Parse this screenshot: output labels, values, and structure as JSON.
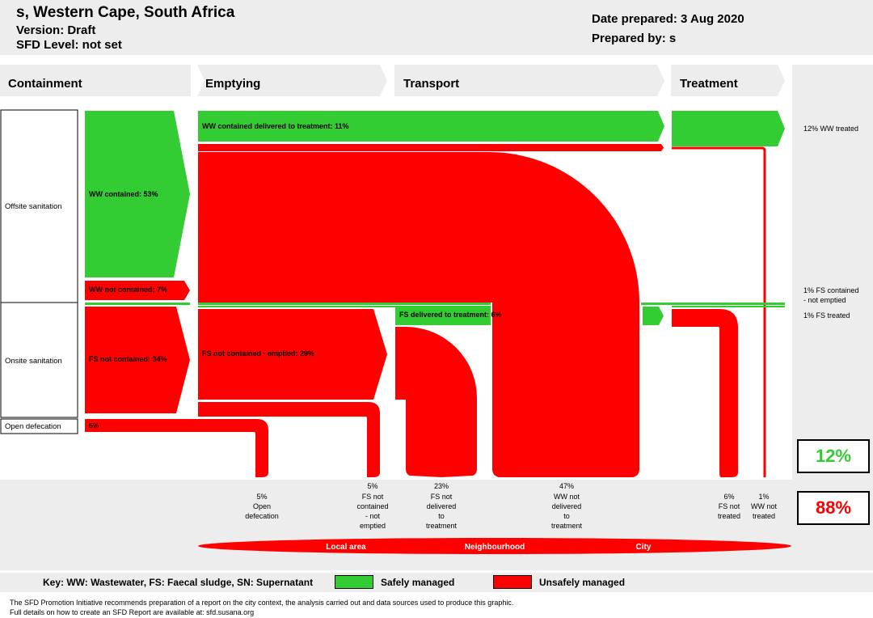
{
  "header": {
    "title": "s, Western Cape, South Africa",
    "version": "Version: Draft",
    "sfd_level": "SFD Level: not set",
    "date_prepared": "Date prepared: 3 Aug 2020",
    "prepared_by": "Prepared by: s"
  },
  "stages": [
    "Containment",
    "Emptying",
    "Transport",
    "Treatment"
  ],
  "containment_rows": {
    "offsite": "Offsite sanitation",
    "onsite": "Onsite sanitation",
    "open": "Open defecation"
  },
  "colors": {
    "safe": "#33cc33",
    "unsafe": "#ff0000",
    "panel": "#ededed"
  },
  "flows": {
    "ww_contained": "WW contained: 53%",
    "ww_not_contained": "WW not contained: 7%",
    "fs_not_contained": "FS not contained: 34%",
    "open_def": "5%",
    "ww_delivered": "WW contained delivered to treatment: 11%",
    "fs_not_contained_emptied": "FS not contained - emptied: 29%",
    "fs_delivered": "FS delivered to treatment: 6%"
  },
  "right_labels": {
    "ww_treated": "12% WW treated",
    "fs_contained_not_emptied": [
      "1% FS contained",
      "- not emptied"
    ],
    "fs_treated": "1% FS treated"
  },
  "outcomes": [
    {
      "lines": [
        "5%",
        "Open",
        "defecation"
      ]
    },
    {
      "lines": [
        "5%",
        "FS not",
        "contained",
        "- not",
        "emptied"
      ]
    },
    {
      "lines": [
        "23%",
        "FS not",
        "delivered",
        "to",
        "treatment"
      ]
    },
    {
      "lines": [
        "47%",
        "WW not",
        "delivered",
        "to",
        "treatment"
      ]
    },
    {
      "lines": [
        "6%",
        "FS not",
        "treated"
      ]
    },
    {
      "lines": [
        "1%",
        "WW not",
        "treated"
      ]
    }
  ],
  "totals": {
    "safely_managed": "12%",
    "unsafely_managed": "88%"
  },
  "areas": [
    "Local area",
    "Neighbourhood",
    "City"
  ],
  "key": {
    "text": "Key: WW: Wastewater, FS: Faecal sludge, SN: Supernatant",
    "safe": "Safely managed",
    "unsafe": "Unsafely managed"
  },
  "footer": {
    "line1": "The SFD Promotion Initiative recommends preparation of a report on the city context, the analysis carried out and data sources used to produce this graphic.",
    "line2": "Full details on how to create an SFD Report are available at: sfd.susana.org"
  }
}
